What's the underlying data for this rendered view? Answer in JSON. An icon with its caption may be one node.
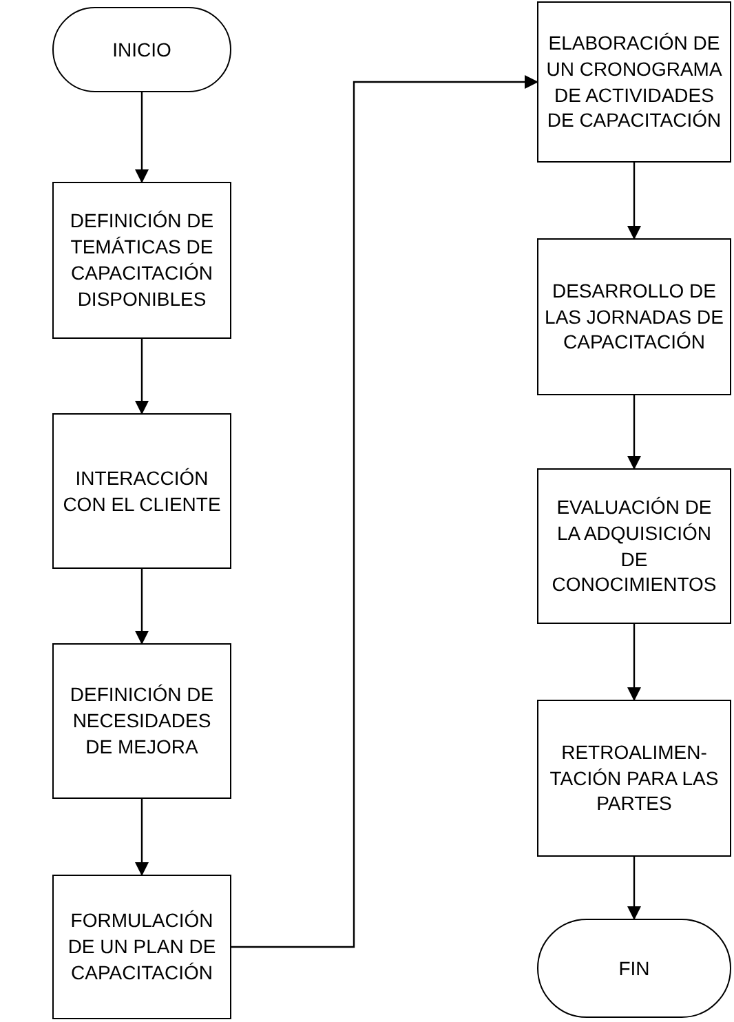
{
  "diagram": {
    "nodes": [
      {
        "text": [
          "INICIO"
        ]
      },
      {
        "text": [
          "DEFINICIÓN DE TEMÁTICAS DE CAPACITACIÓN DISPONIBLES"
        ]
      },
      {
        "text": [
          "INTERACCIÓN CON EL CLIENTE"
        ]
      },
      {
        "text": [
          "DEFINICIÓN DE NECESIDADES DE MEJORA"
        ]
      },
      {
        "text": [
          "FORMULACIÓN DE UN PLAN DE CAPACITACIÓN"
        ]
      },
      {
        "text": [
          "ELABORACIÓN DE UN CRONOGRAMA DE ACTIVIDADES DE CAPACITACIÓN"
        ]
      },
      {
        "text": [
          "DESARROLLO DE LAS JORNADAS DE CAPACITACIÓN"
        ]
      },
      {
        "text": [
          "EVALUACIÓN DE LA ADQUISICIÓN DE CONOCIMIENTOS"
        ]
      },
      {
        "text": [
          "RETROALIMEN- TACIÓN PARA LAS PARTES"
        ]
      },
      {
        "text": [
          "FIN"
        ]
      }
    ],
    "edges": [
      {
        "from": 0,
        "to": 1,
        "arrow": "to"
      },
      {
        "from": 1,
        "to": 2,
        "arrow": "to"
      },
      {
        "from": 2,
        "to": 3,
        "arrow": "to"
      },
      {
        "from": 3,
        "to": 4,
        "arrow": "to"
      },
      {
        "from": 4,
        "to": 5,
        "arrow": "to"
      },
      {
        "from": 5,
        "to": 6,
        "arrow": "to"
      },
      {
        "from": 6,
        "to": 7,
        "arrow": "to"
      },
      {
        "from": 7,
        "to": 8,
        "arrow": "to"
      },
      {
        "from": 8,
        "to": 9,
        "arrow": "to"
      }
    ]
  }
}
